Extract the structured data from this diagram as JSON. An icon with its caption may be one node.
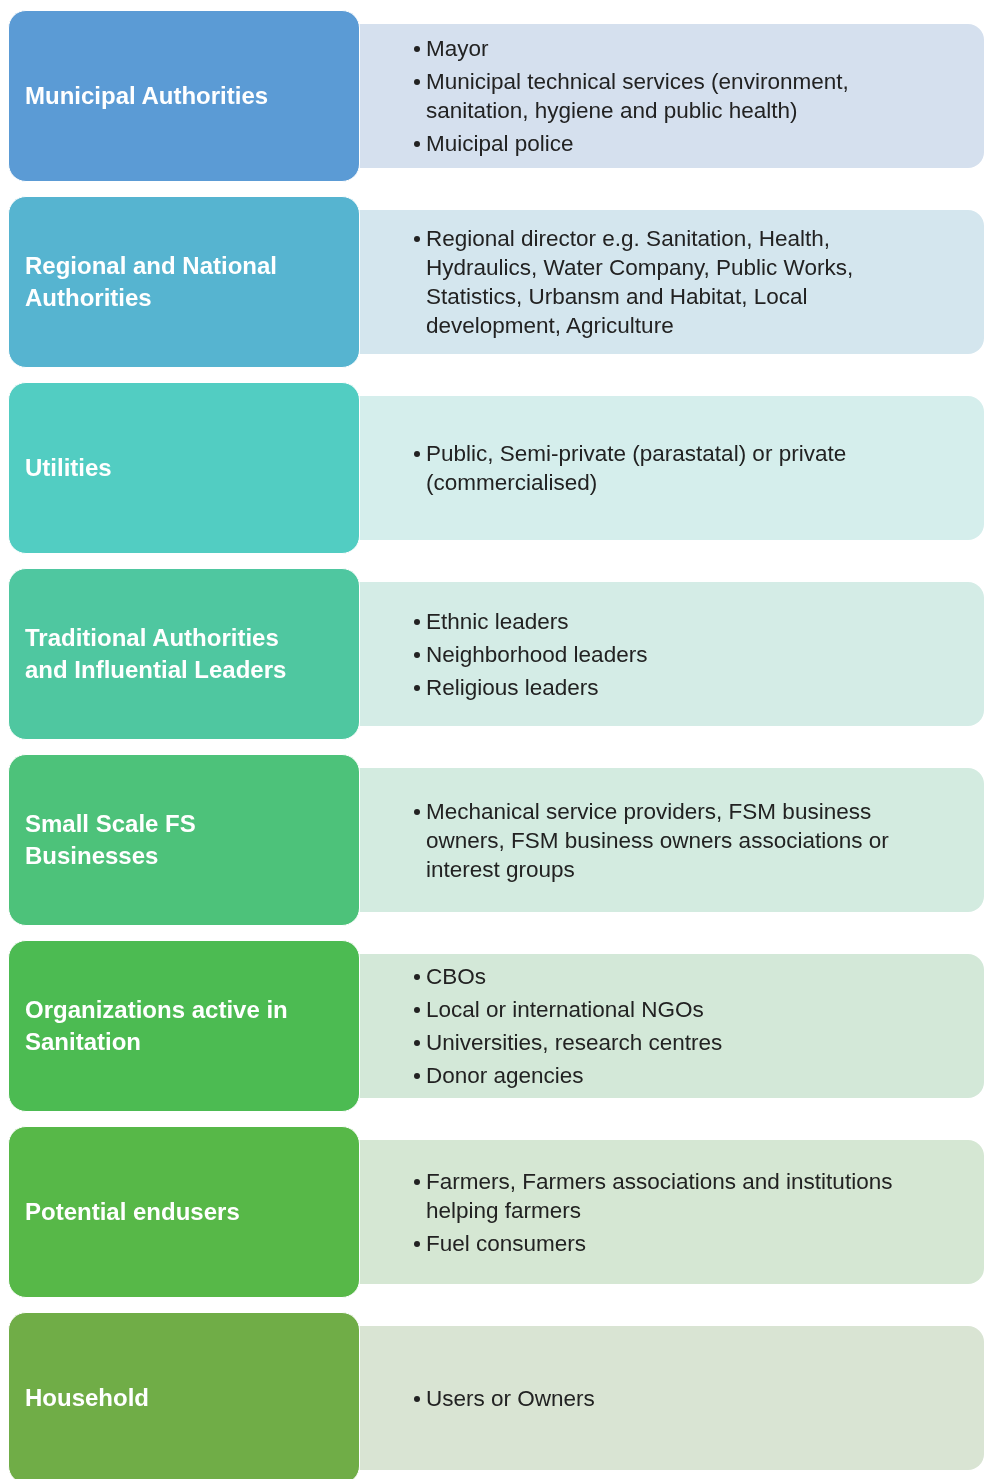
{
  "diagram": {
    "nodes": [
      {
        "text": [
          "Municipal Authorities"
        ]
      },
      {
        "text": [
          "Mayor",
          "Municipal technical services (environment, sanitation, hygiene and public health)",
          "Muicipal police"
        ]
      },
      {
        "text": [
          "Regional and National Authorities"
        ]
      },
      {
        "text": [
          "Regional director e.g. Sanitation, Health, Hydraulics, Water Company, Public Works, Statistics, Urbansm and Habitat, Local development, Agriculture"
        ]
      },
      {
        "text": [
          "Utilities"
        ]
      },
      {
        "text": [
          "Public, Semi-private (parastatal) or private (commercialised)"
        ]
      },
      {
        "text": [
          "Traditional Authorities and Influential Leaders"
        ]
      },
      {
        "text": [
          "Ethnic leaders",
          "Neighborhood leaders",
          "Religious leaders"
        ]
      },
      {
        "text": [
          "Small Scale FS Businesses"
        ]
      },
      {
        "text": [
          "Mechanical service providers, FSM business owners, FSM business owners associations or interest groups"
        ]
      },
      {
        "text": [
          "Organizations active in Sanitation"
        ]
      },
      {
        "text": [
          "CBOs",
          "Local or international NGOs",
          "Universities, research centres",
          "Donor agencies"
        ]
      },
      {
        "text": [
          "Potential endusers"
        ]
      },
      {
        "text": [
          "Farmers, Farmers associations and institutions helping farmers",
          "Fuel consumers"
        ]
      },
      {
        "text": [
          "Household"
        ]
      },
      {
        "text": [
          "Users or Owners"
        ]
      }
    ]
  }
}
